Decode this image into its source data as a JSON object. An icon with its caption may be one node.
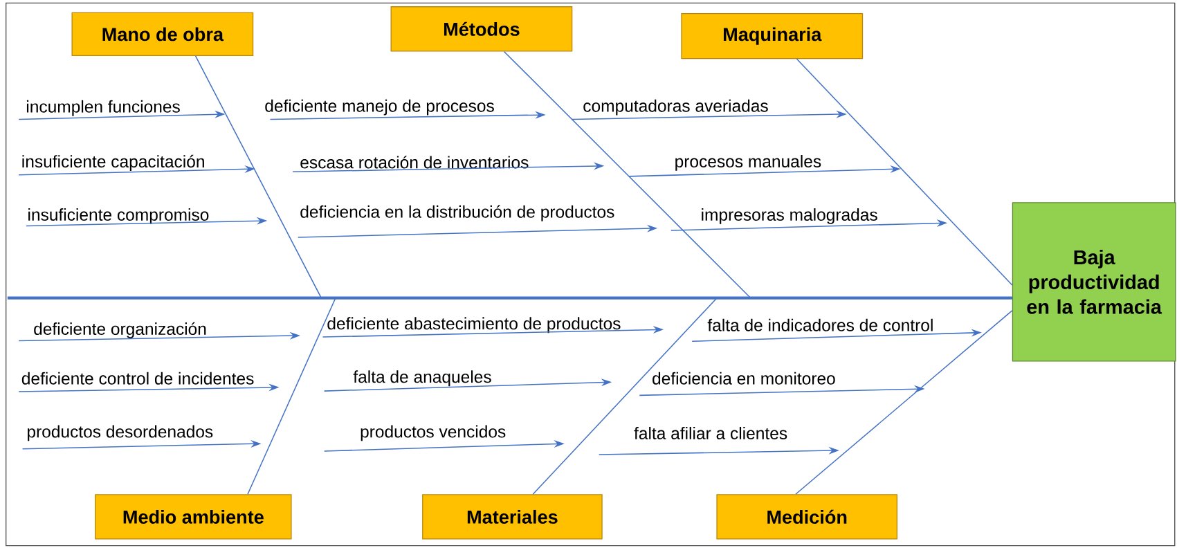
{
  "diagram": {
    "nodes": [
      {
        "text": [
          "Mano de obra"
        ]
      },
      {
        "text": [
          "Métodos"
        ]
      },
      {
        "text": [
          "Maquinaria"
        ]
      },
      {
        "text": [
          "incumplen funciones"
        ]
      },
      {
        "text": [
          "deficiente manejo de procesos"
        ]
      },
      {
        "text": [
          "computadoras averiadas"
        ]
      },
      {
        "text": [
          "insuficiente capacitación"
        ]
      },
      {
        "text": [
          "escasa rotación de inventarios"
        ]
      },
      {
        "text": [
          "procesos manuales"
        ]
      },
      {
        "text": [
          "insuficiente compromiso"
        ]
      },
      {
        "text": [
          "deficiencia en la distribución de productos"
        ]
      },
      {
        "text": [
          "impresoras malogradas"
        ]
      },
      {
        "text": [
          "Baja productividad en la farmacia"
        ]
      },
      {
        "text": [
          "deficiente organización"
        ]
      },
      {
        "text": [
          "deficiente abastecimiento de productos"
        ]
      },
      {
        "text": [
          "falta de indicadores de control"
        ]
      },
      {
        "text": [
          "deficiente control de incidentes"
        ]
      },
      {
        "text": [
          "falta de anaqueles"
        ]
      },
      {
        "text": [
          "deficiencia en monitoreo"
        ]
      },
      {
        "text": [
          "productos desordenados"
        ]
      },
      {
        "text": [
          "productos vencidos"
        ]
      },
      {
        "text": [
          "falta afiliar a clientes"
        ]
      },
      {
        "text": [
          "Medio ambiente"
        ]
      },
      {
        "text": [
          "Materiales"
        ]
      },
      {
        "text": [
          "Medición"
        ]
      }
    ],
    "edges": [
      {
        "from": 0,
        "to": 12,
        "arrow": "none"
      },
      {
        "from": 1,
        "to": 12,
        "arrow": "none"
      },
      {
        "from": 2,
        "to": 12,
        "arrow": "none"
      },
      {
        "from": 22,
        "to": 12,
        "arrow": "none"
      },
      {
        "from": 23,
        "to": 12,
        "arrow": "none"
      },
      {
        "from": 24,
        "to": 12,
        "arrow": "none"
      },
      {
        "from": null,
        "to": 12,
        "arrow": "none",
        "style": "thick"
      },
      {
        "from": 3,
        "to": null,
        "arrow": "to"
      },
      {
        "from": 4,
        "to": null,
        "arrow": "to"
      },
      {
        "from": 5,
        "to": null,
        "arrow": "to"
      },
      {
        "from": 6,
        "to": null,
        "arrow": "to"
      },
      {
        "from": 7,
        "to": null,
        "arrow": "to"
      },
      {
        "from": 8,
        "to": null,
        "arrow": "to"
      },
      {
        "from": 9,
        "to": null,
        "arrow": "to"
      },
      {
        "from": 10,
        "to": null,
        "arrow": "to"
      },
      {
        "from": 11,
        "to": null,
        "arrow": "to"
      },
      {
        "from": 13,
        "to": null,
        "arrow": "to"
      },
      {
        "from": 14,
        "to": null,
        "arrow": "to"
      },
      {
        "from": 15,
        "to": null,
        "arrow": "to"
      },
      {
        "from": 16,
        "to": null,
        "arrow": "to"
      },
      {
        "from": 17,
        "to": null,
        "arrow": "to"
      },
      {
        "from": 18,
        "to": null,
        "arrow": "to"
      },
      {
        "from": 19,
        "to": null,
        "arrow": "to"
      },
      {
        "from": 20,
        "to": null,
        "arrow": "to"
      },
      {
        "from": 21,
        "to": null,
        "arrow": "to"
      }
    ]
  }
}
